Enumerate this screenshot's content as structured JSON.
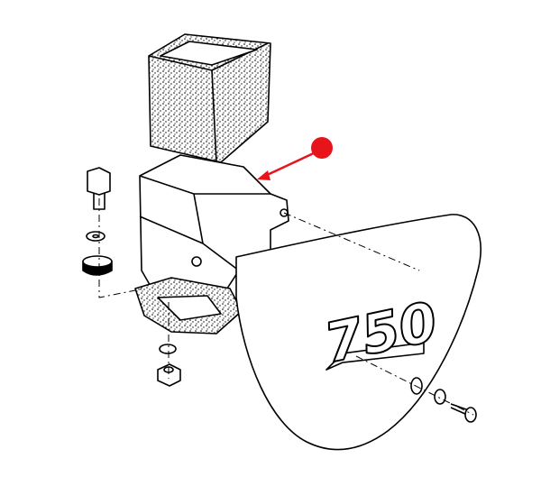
{
  "diagram": {
    "type": "exploded-parts-drawing",
    "parts": [
      "air-filter-element",
      "filter-housing-bracket",
      "side-cover",
      "bolt",
      "washer",
      "rubber-grommet",
      "nut",
      "screw",
      "foam-gasket"
    ],
    "side_cover_logo": "750",
    "marker": {
      "shape": "dot-with-arrow",
      "points_to": "filter-housing-bracket"
    },
    "colors": {
      "line": "#000000",
      "marker": "#e8141c",
      "background": "#ffffff"
    }
  }
}
